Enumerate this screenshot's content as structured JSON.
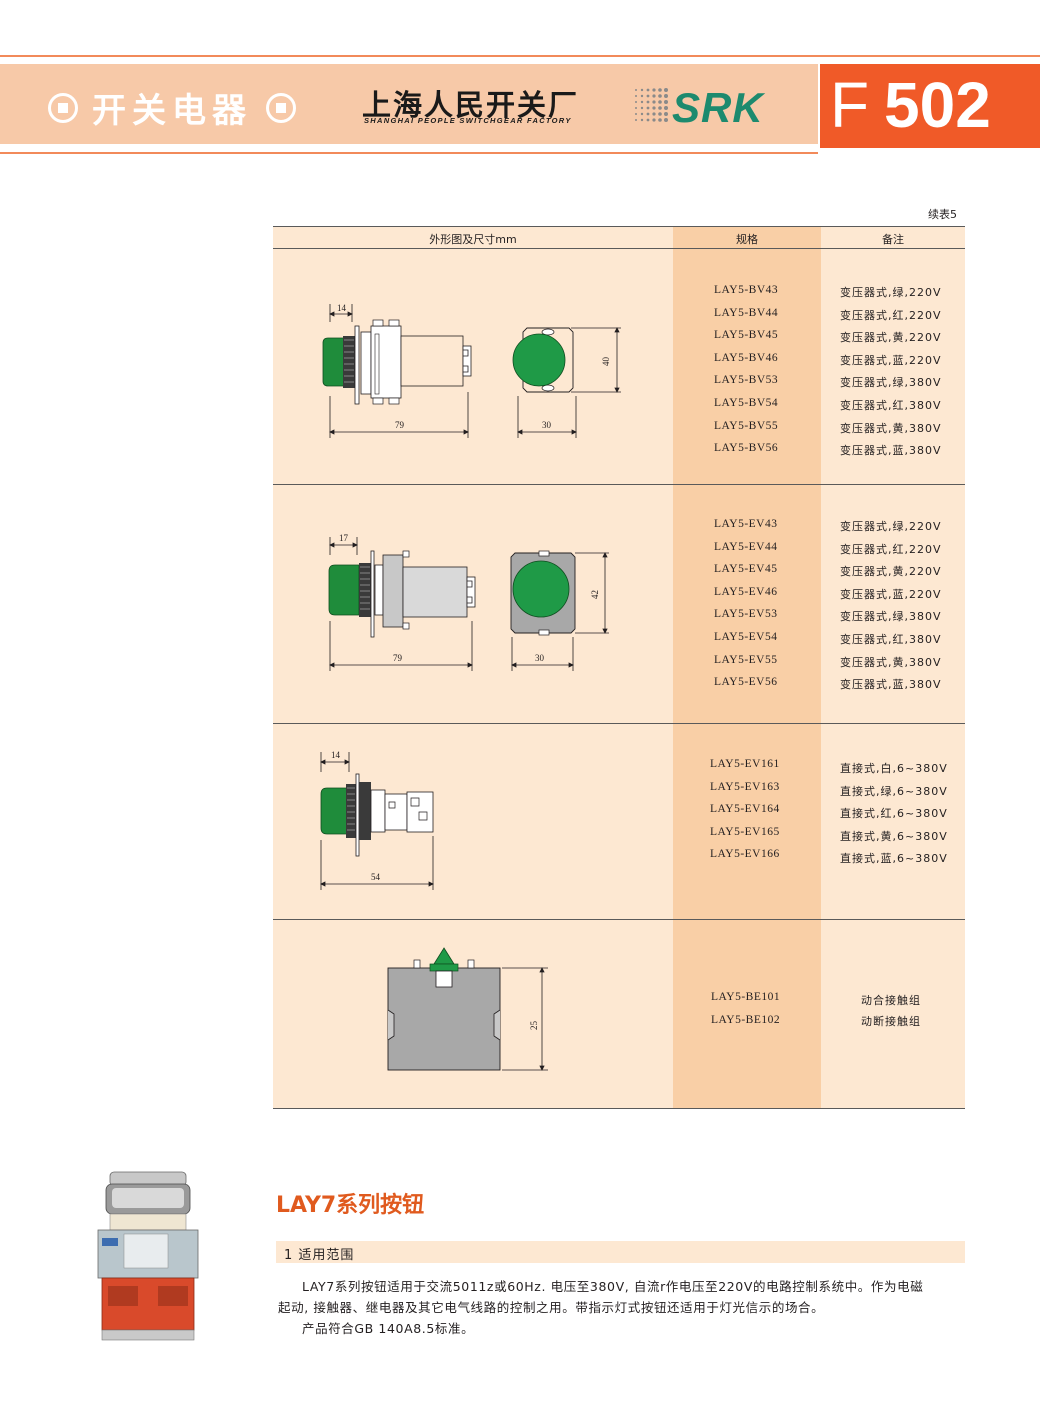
{
  "header": {
    "category": "开关电器",
    "company_cn": "上海人民开关厂",
    "company_en": "SHANGHAI PEOPLE SWITCHGEAR FACTORY",
    "brand": "SRK",
    "page_letter": "F",
    "page_number": "502",
    "colors": {
      "band": "#f7c9a8",
      "page_box": "#f05a28",
      "brand": "#1d8a6e"
    }
  },
  "table": {
    "continued": "续表5",
    "columns": [
      "外形图及尺寸mm",
      "规格",
      "备注"
    ],
    "rows": [
      {
        "dims": [
          "14",
          "79",
          "30",
          "40"
        ],
        "specs": [
          "LAY5-BV43",
          "LAY5-BV44",
          "LAY5-BV45",
          "LAY5-BV46",
          "LAY5-BV53",
          "LAY5-BV54",
          "LAY5-BV55",
          "LAY5-BV56"
        ],
        "notes": [
          "变压器式,绿,220V",
          "变压器式,红,220V",
          "变压器式,黄,220V",
          "变压器式,蓝,220V",
          "变压器式,绿,380V",
          "变压器式,红,380V",
          "变压器式,黄,380V",
          "变压器式,蓝,380V"
        ]
      },
      {
        "dims": [
          "17",
          "79",
          "30",
          "42"
        ],
        "specs": [
          "LAY5-EV43",
          "LAY5-EV44",
          "LAY5-EV45",
          "LAY5-EV46",
          "LAY5-EV53",
          "LAY5-EV54",
          "LAY5-EV55",
          "LAY5-EV56"
        ],
        "notes": [
          "变压器式,绿,220V",
          "变压器式,红,220V",
          "变压器式,黄,220V",
          "变压器式,蓝,220V",
          "变压器式,绿,380V",
          "变压器式,红,380V",
          "变压器式,黄,380V",
          "变压器式,蓝,380V"
        ]
      },
      {
        "dims": [
          "14",
          "54"
        ],
        "specs": [
          "LAY5-EV161",
          "LAY5-EV163",
          "LAY5-EV164",
          "LAY5-EV165",
          "LAY5-EV166"
        ],
        "notes": [
          "直接式,白,6~380V",
          "直接式,绿,6~380V",
          "直接式,红,6~380V",
          "直接式,黄,6~380V",
          "直接式,蓝,6~380V"
        ]
      },
      {
        "dims": [
          "25"
        ],
        "specs": [
          "LAY5-BE101",
          "LAY5-BE102"
        ],
        "notes": [
          "动合接触组",
          "动断接触组"
        ]
      }
    ]
  },
  "section": {
    "title": "LAY7系列按钮",
    "subtitle": "1  适用范围",
    "paragraphs": [
      "LAY7系列按钮适用于交流5011z或60Hz. 电压至380V, 自流r作电压至220V的电路控制系统中。作为电磁",
      "起动, 接触器、继电器及其它电气线路的控制之用。带指示灯式按钮还适用于灯光信示的场合。",
      "产品符合GB 140A8.5标准。"
    ]
  }
}
